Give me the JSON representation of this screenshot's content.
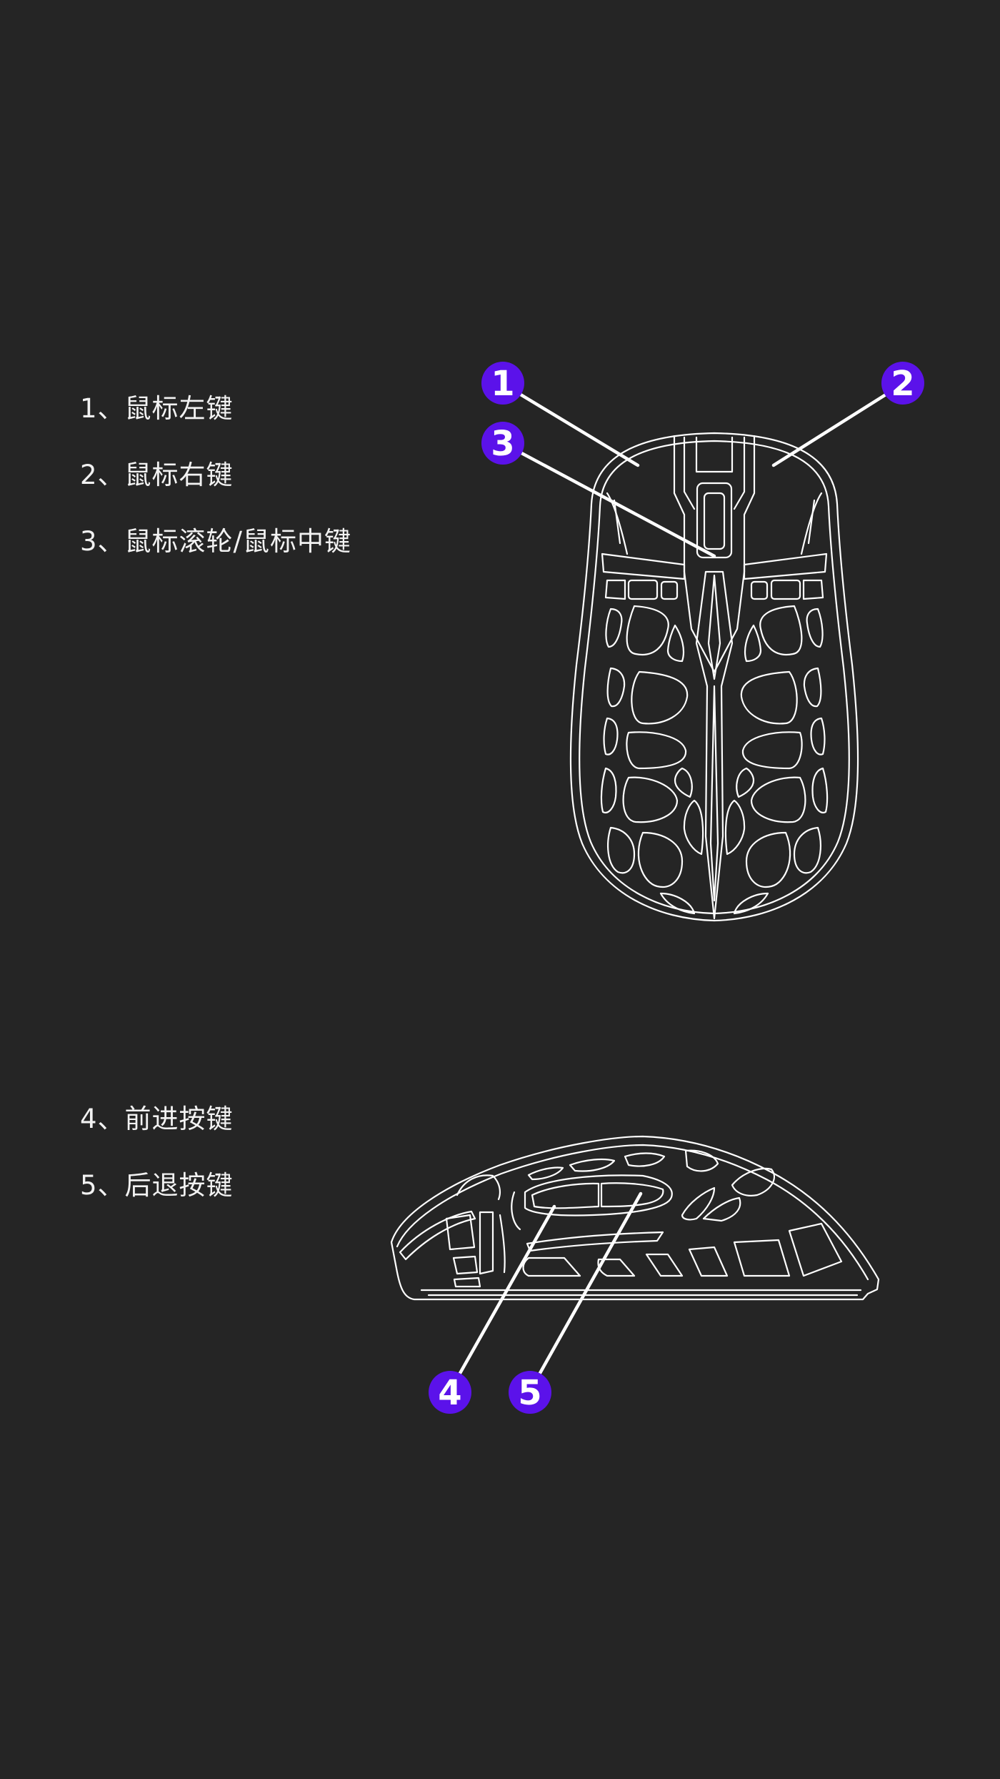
{
  "legend_top": [
    "1、鼠标左键",
    "2、鼠标右键",
    "3、鼠标滚轮/鼠标中键"
  ],
  "legend_side": [
    "4、前进按键",
    "5、后退按键"
  ],
  "callouts": [
    "1",
    "2",
    "3",
    "4",
    "5"
  ],
  "colors": {
    "background": "#252525",
    "badge": "#5b12ea",
    "line": "#ffffff",
    "text": "#f2f2f2"
  }
}
